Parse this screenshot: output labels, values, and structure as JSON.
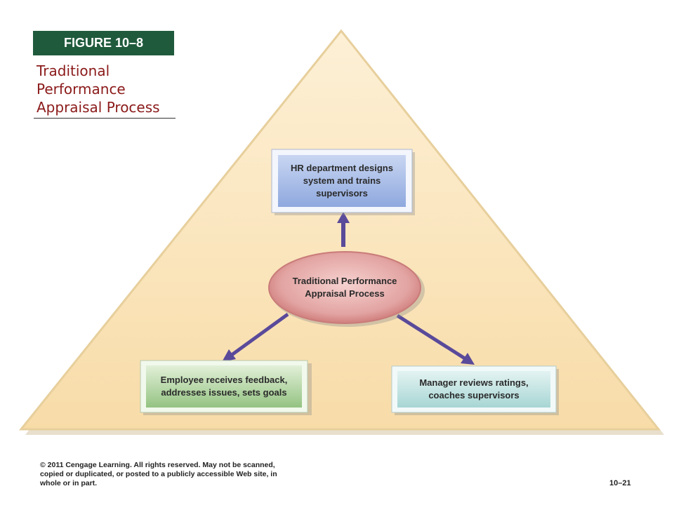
{
  "figure": {
    "label": "FIGURE 10–8",
    "title_lines": [
      "Traditional",
      "Performance",
      "Appraisal Process"
    ]
  },
  "diagram": {
    "center": {
      "lines": [
        "Traditional Performance",
        "Appraisal Process"
      ]
    },
    "top_box": {
      "lines": [
        "HR department designs",
        "system and trains",
        "supervisors"
      ]
    },
    "left_box": {
      "lines": [
        "Employee receives feedback,",
        "addresses issues, sets goals"
      ]
    },
    "right_box": {
      "lines": [
        "Manager reviews ratings,",
        "coaches supervisors"
      ]
    }
  },
  "footer": {
    "copyright_lines": [
      "© 2011 Cengage Learning. All rights reserved. May not be scanned,",
      "copied or duplicated, or posted to a publicly accessible Web  site, in",
      "whole or in part."
    ],
    "page_number": "10–21"
  },
  "colors": {
    "figure_label_bg": "#1f5a3c",
    "title_text": "#8b1a1a",
    "triangle_fill": "#fbe3b4",
    "arrow": "#5a4a9a",
    "ellipse": "#d98a8a",
    "top_box": "#9fb6e4",
    "left_box": "#a9d09a",
    "right_box": "#b3dcdc"
  }
}
